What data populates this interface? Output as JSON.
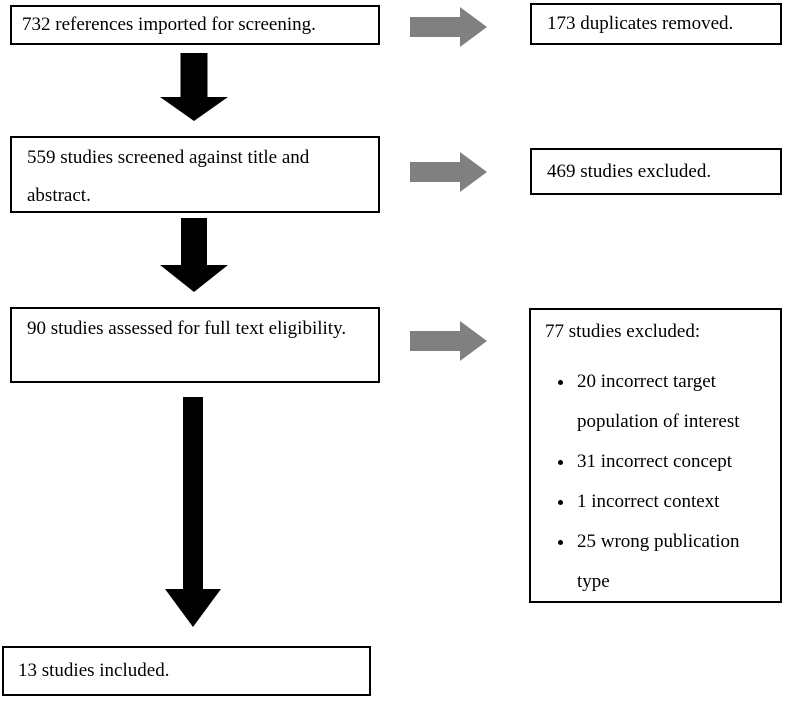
{
  "flow": {
    "left_boxes": [
      "732 references imported for screening.",
      "559 studies screened against title and abstract.",
      "90 studies assessed for full text eligibility.",
      "13 studies included."
    ],
    "right_boxes": {
      "r1": "173 duplicates removed.",
      "r2": "469 studies excluded.",
      "r3_title": "77 studies excluded:",
      "r3_bullets": [
        "20 incorrect target population of interest",
        "31 incorrect concept",
        "1 incorrect context",
        "25 wrong publication type"
      ]
    },
    "colors": {
      "gray_arrow": "#808080",
      "black_arrow": "#000000",
      "box_border": "#000000",
      "background": "#ffffff",
      "text": "#000000"
    }
  }
}
